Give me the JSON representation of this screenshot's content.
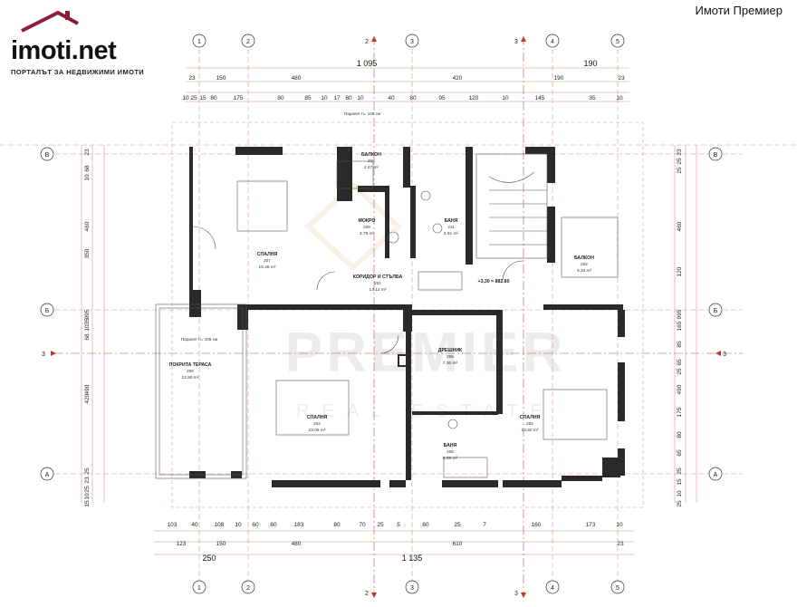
{
  "agency_name": "Имоти Премиер",
  "brand": {
    "logo": "imoti.net",
    "tagline": "ПОРТАЛЪТ ЗА НЕДВИЖИМИ ИМОТИ"
  },
  "watermark": {
    "main": "PREMIER",
    "sub": "REAL ESTATE"
  },
  "axes": {
    "columns": [
      "1",
      "2",
      "3",
      "4",
      "5"
    ],
    "rows": [
      "В",
      "Б",
      "А"
    ],
    "section_marks": [
      "2",
      "3"
    ]
  },
  "elevation_label": "+3,30 = 882.80",
  "parapet_note": "Парапет h= 105 см",
  "rooms": [
    {
      "name": "БАЛКОН",
      "num": "210",
      "area": "2.47 m²"
    },
    {
      "name": "МОКРО",
      "num": "209",
      "area": "3.79 m²"
    },
    {
      "name": "БАНЯ",
      "num": "211",
      "area": "4.91 m²"
    },
    {
      "name": "СПАЛНЯ",
      "num": "207",
      "area": "18.28 m²"
    },
    {
      "name": "КОРИДОР И СТЪЛБА",
      "num": "201",
      "area": "14.12 m²"
    },
    {
      "name": "БАЛКОН",
      "num": "202",
      "area": "3.34 m²"
    },
    {
      "name": "ПОКРИТА ТЕРАСА",
      "num": "208",
      "area": "12.80 m²"
    },
    {
      "name": "ДРЕШНИК",
      "num": "206",
      "area": "7.30 m²"
    },
    {
      "name": "СПАЛНЯ",
      "num": "204",
      "area": "23.06 m²"
    },
    {
      "name": "БАНЯ",
      "num": "205",
      "area": "5.08 m²"
    },
    {
      "name": "СПАЛНЯ",
      "num": "203",
      "area": "14.60 m²"
    }
  ],
  "dimensions": {
    "top_total": [
      "1 095",
      "190"
    ],
    "top_mid": [
      "23",
      "150",
      "480",
      "420",
      "190",
      "23"
    ],
    "top_fine": [
      "10",
      "25",
      "15",
      "80",
      "175",
      "80",
      "85",
      "10",
      "17",
      "80",
      "10",
      "40",
      "80",
      "95",
      "120",
      "10",
      "145",
      "35",
      "10"
    ],
    "bottom_fine": [
      "103",
      "40",
      "108",
      "10",
      "60",
      "80",
      "183",
      "80",
      "70",
      "25",
      "5",
      "80",
      "25",
      "7",
      "160",
      "173",
      "10"
    ],
    "bottom_mid": [
      "123",
      "150",
      "480",
      "610",
      "23"
    ],
    "bottom_total": [
      "250",
      "1 135"
    ],
    "left": [
      "23",
      "68",
      "10",
      "460",
      "350",
      "995",
      "35",
      "10",
      "68",
      "490",
      "420",
      "25",
      "23",
      "25",
      "10",
      "15"
    ],
    "right": [
      "23",
      "25",
      "25",
      "460",
      "120",
      "995",
      "165",
      "85",
      "65",
      "25",
      "490",
      "175",
      "80",
      "65",
      "25",
      "15",
      "10",
      "25"
    ]
  }
}
